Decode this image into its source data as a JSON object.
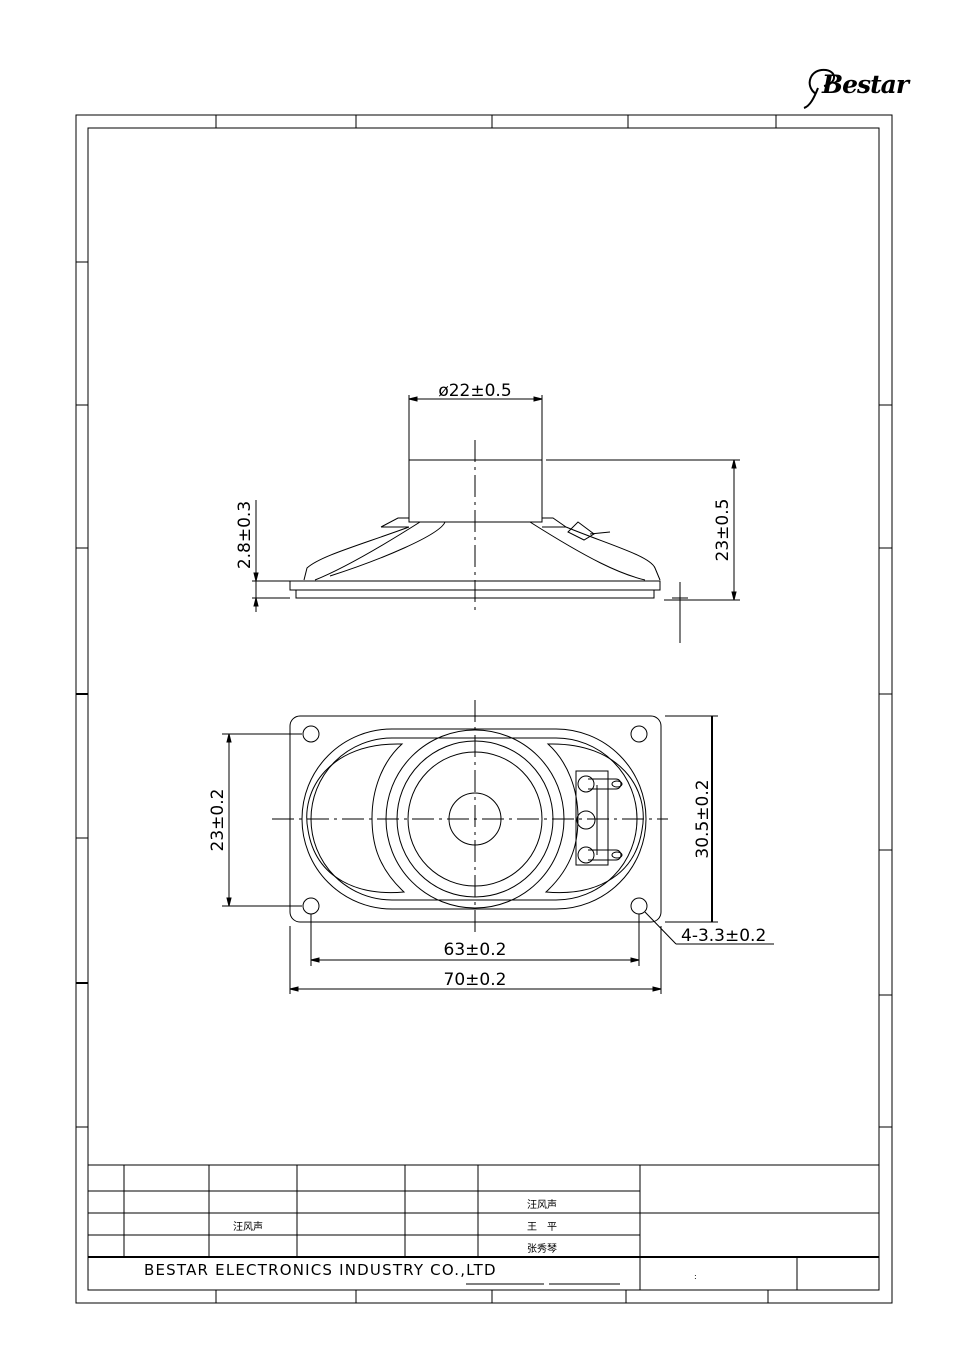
{
  "logo": {
    "text": "Bestar"
  },
  "dimensions": {
    "diameter": "ø22±0.5",
    "height": "23±0.5",
    "flange_thickness": "2.8±0.3",
    "hole_pitch_vertical": "23±0.2",
    "overall_height": "30.5±0.2",
    "holes": "4-3.3±0.2",
    "hole_pitch_horizontal": "63±0.2",
    "overall_width": "70±0.2"
  },
  "title_block": {
    "designer": "汪风声",
    "drawn_by": "汪风声",
    "checked_by": "王　平",
    "approved_by": "张秀琴",
    "company": "BESTAR ELECTRONICS INDUSTRY CO.,LTD",
    "colon_mark": ":"
  },
  "colors": {
    "line": "#000000",
    "background": "#ffffff"
  }
}
